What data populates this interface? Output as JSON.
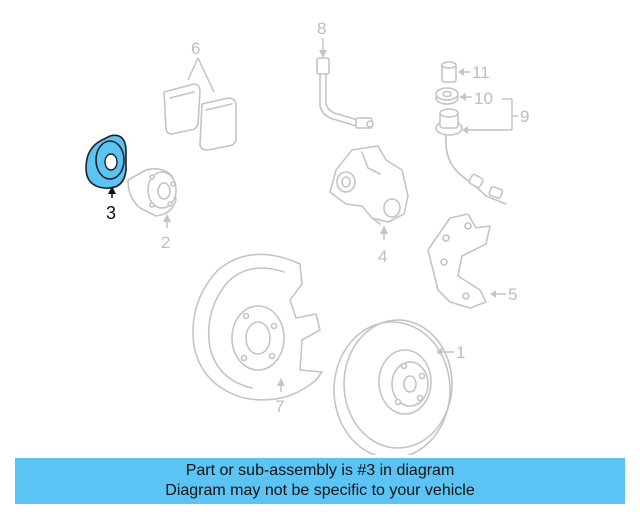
{
  "diagram": {
    "callouts": [
      {
        "id": "1",
        "label": "1"
      },
      {
        "id": "2",
        "label": "2"
      },
      {
        "id": "3",
        "label": "3",
        "highlighted": true
      },
      {
        "id": "4",
        "label": "4"
      },
      {
        "id": "5",
        "label": "5"
      },
      {
        "id": "6",
        "label": "6"
      },
      {
        "id": "7",
        "label": "7"
      },
      {
        "id": "8",
        "label": "8"
      },
      {
        "id": "9",
        "label": "9"
      },
      {
        "id": "10",
        "label": "10"
      },
      {
        "id": "11",
        "label": "11"
      }
    ],
    "highlight_color": "#5bc4f4",
    "part_line_color": "#c4c4c4"
  },
  "banner": {
    "line1": "Part or sub-assembly is #3 in diagram",
    "line2": "Diagram may not be specific to your vehicle",
    "background": "#5bc4f4"
  }
}
